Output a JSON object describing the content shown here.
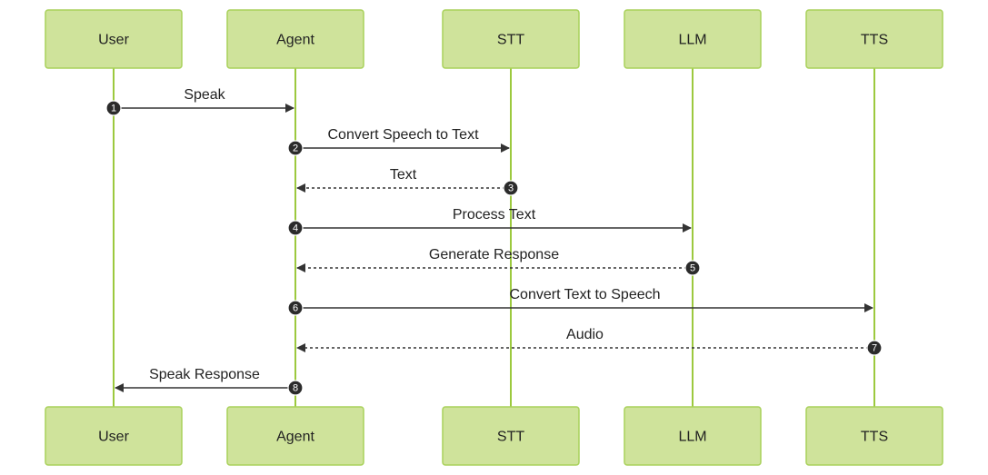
{
  "diagram": {
    "type": "sequence",
    "colors": {
      "actor_fill": "#cfe39b",
      "actor_border": "#a9d15a",
      "lifeline": "#9cc93e",
      "message_line": "#333333",
      "sequence_badge": "#2b2b2b"
    },
    "participants": [
      {
        "id": "user",
        "label": "User"
      },
      {
        "id": "agent",
        "label": "Agent"
      },
      {
        "id": "stt",
        "label": "STT"
      },
      {
        "id": "llm",
        "label": "LLM"
      },
      {
        "id": "tts",
        "label": "TTS"
      }
    ],
    "messages": [
      {
        "number": "1",
        "from": "user",
        "to": "agent",
        "label": "Speak",
        "style": "solid"
      },
      {
        "number": "2",
        "from": "agent",
        "to": "stt",
        "label": "Convert Speech to Text",
        "style": "solid"
      },
      {
        "number": "3",
        "from": "stt",
        "to": "agent",
        "label": "Text",
        "style": "dotted"
      },
      {
        "number": "4",
        "from": "agent",
        "to": "llm",
        "label": "Process Text",
        "style": "solid"
      },
      {
        "number": "5",
        "from": "llm",
        "to": "agent",
        "label": "Generate Response",
        "style": "dotted"
      },
      {
        "number": "6",
        "from": "agent",
        "to": "tts",
        "label": "Convert Text to Speech",
        "style": "solid"
      },
      {
        "number": "7",
        "from": "tts",
        "to": "agent",
        "label": "Audio",
        "style": "dotted"
      },
      {
        "number": "8",
        "from": "agent",
        "to": "user",
        "label": "Speak Response",
        "style": "solid"
      }
    ]
  }
}
